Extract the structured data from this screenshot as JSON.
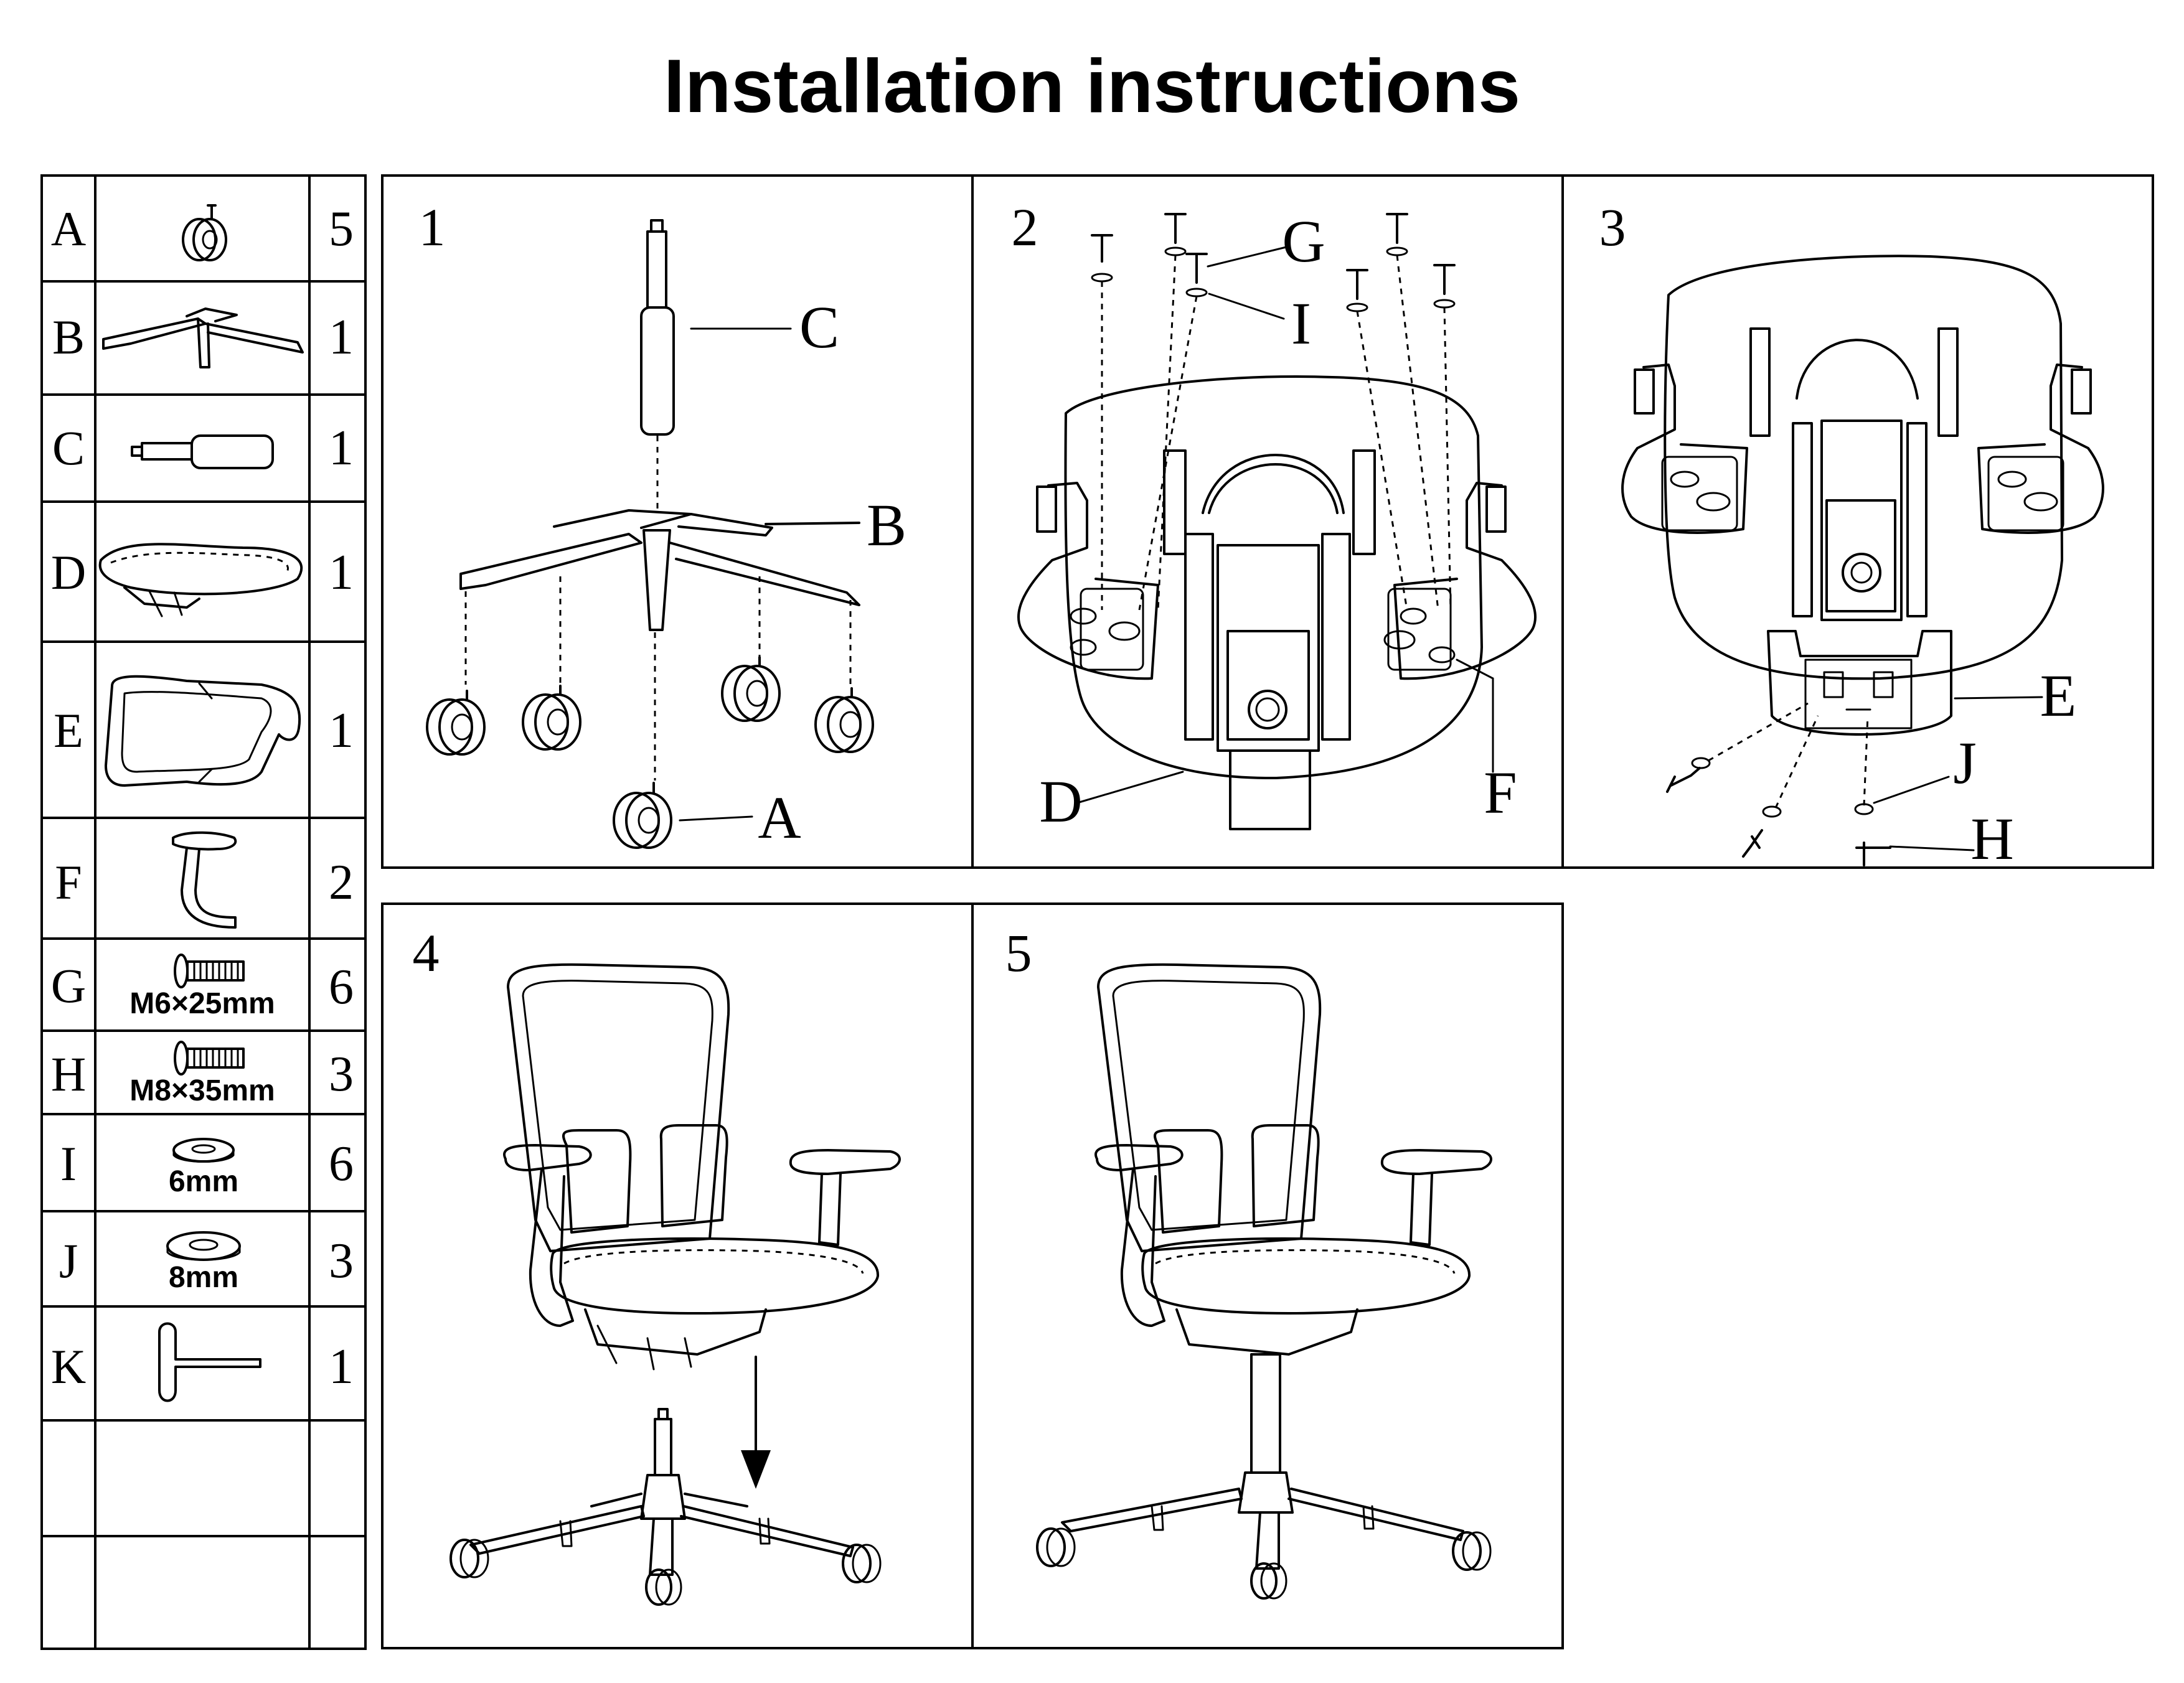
{
  "title": "Installation instructions",
  "parts": [
    {
      "letter": "A",
      "qty": "5",
      "size": "",
      "icon": "caster-icon"
    },
    {
      "letter": "B",
      "qty": "1",
      "size": "",
      "icon": "five-star-base-icon"
    },
    {
      "letter": "C",
      "qty": "1",
      "size": "",
      "icon": "gas-cylinder-icon"
    },
    {
      "letter": "D",
      "qty": "1",
      "size": "",
      "icon": "seat-icon"
    },
    {
      "letter": "E",
      "qty": "1",
      "size": "",
      "icon": "backrest-frame-icon"
    },
    {
      "letter": "F",
      "qty": "2",
      "size": "",
      "icon": "armrest-icon"
    },
    {
      "letter": "G",
      "qty": "6",
      "size": "M6×25mm",
      "icon": "bolt-icon"
    },
    {
      "letter": "H",
      "qty": "3",
      "size": "M8×35mm",
      "icon": "bolt-icon"
    },
    {
      "letter": "I",
      "qty": "6",
      "size": "6mm",
      "icon": "washer-icon"
    },
    {
      "letter": "J",
      "qty": "3",
      "size": "8mm",
      "icon": "washer-icon"
    },
    {
      "letter": "K",
      "qty": "1",
      "size": "",
      "icon": "allen-key-icon"
    },
    {
      "letter": "",
      "qty": "",
      "size": "",
      "icon": ""
    },
    {
      "letter": "",
      "qty": "",
      "size": "",
      "icon": ""
    }
  ],
  "steps": [
    {
      "number": "1",
      "callouts": [
        "C",
        "B",
        "A"
      ]
    },
    {
      "number": "2",
      "callouts": [
        "G",
        "I",
        "D",
        "F"
      ]
    },
    {
      "number": "3",
      "callouts": [
        "E",
        "J",
        "H"
      ]
    },
    {
      "number": "4",
      "callouts": []
    },
    {
      "number": "5",
      "callouts": []
    }
  ]
}
